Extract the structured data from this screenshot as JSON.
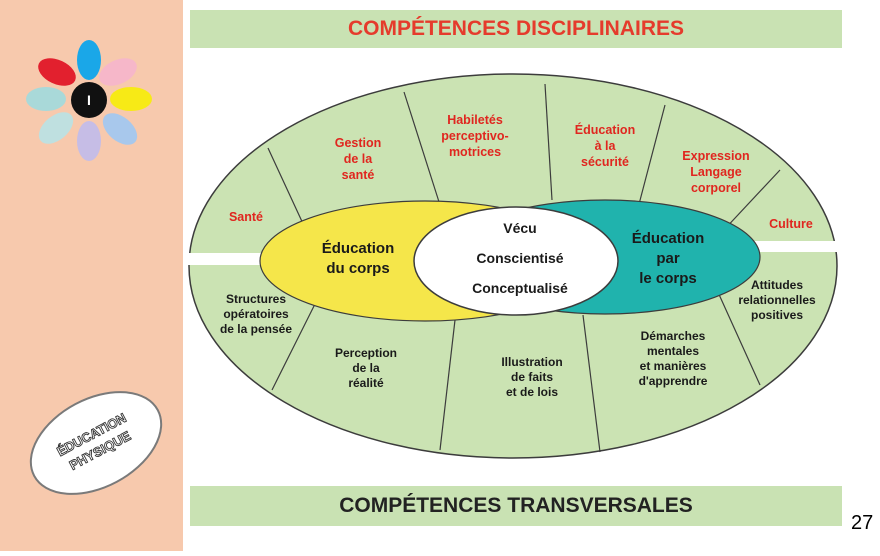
{
  "header": {
    "title": "COMPÉTENCES DISCIPLINAIRES"
  },
  "footer": {
    "title": "COMPÉTENCES TRANSVERSALES"
  },
  "page_number": "27",
  "sidebar": {
    "flower_center": "I",
    "badge_line1": "ÉDUCATION",
    "badge_line2": "PHYSIQUE"
  },
  "disciplinary": [
    [
      "Santé"
    ],
    [
      "Gestion",
      "de la",
      "santé"
    ],
    [
      "Habiletés",
      "perceptivo-",
      "motrices"
    ],
    [
      "Éducation",
      "à la",
      "sécurité"
    ],
    [
      "Expression",
      "Langage",
      "corporel"
    ],
    [
      "Culture"
    ]
  ],
  "transversal": [
    [
      "Structures",
      "opératoires",
      "de la pensée"
    ],
    [
      "Perception",
      "de la",
      "réalité"
    ],
    [
      "Illustration",
      "de faits",
      "et de lois"
    ],
    [
      "Démarches",
      "mentales",
      "et manières",
      "d'apprendre"
    ],
    [
      "Attitudes",
      "relationnelles",
      "positives"
    ]
  ],
  "center": {
    "left": [
      "Éducation",
      "du corps"
    ],
    "middle": [
      "Vécu",
      "Conscientisé",
      "Conceptualisé"
    ],
    "right": [
      "Éducation",
      "par",
      "le corps"
    ]
  },
  "colors": {
    "sidebar": "#f7c9ad",
    "banner": "#c9e2b3",
    "ring": "#cbe3b3",
    "yellow": "#f5e64a",
    "teal": "#20b3ad",
    "red_text": "#e0261f"
  }
}
